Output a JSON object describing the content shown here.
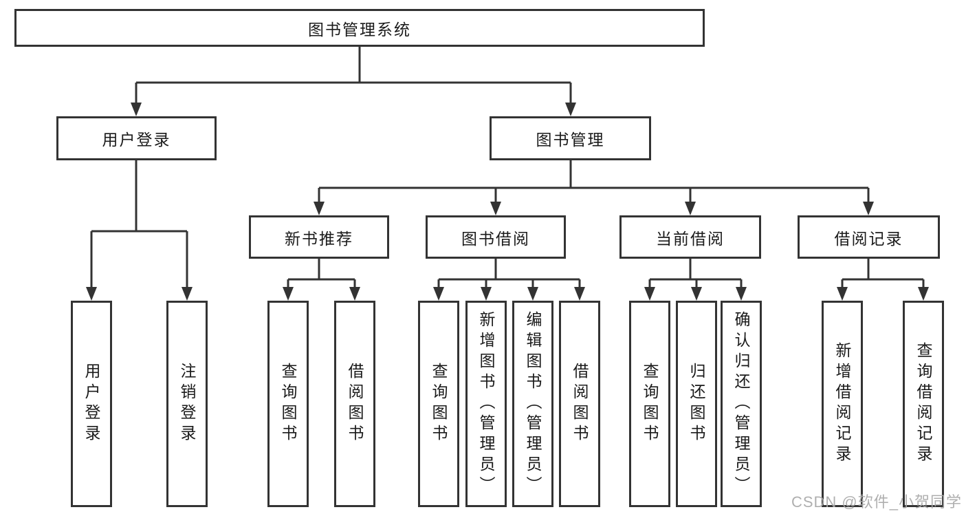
{
  "colors": {
    "line": "#333333",
    "text": "#1a1a1a",
    "watermark": "#a8a8a8",
    "background": "#ffffff"
  },
  "watermark": "CSDN @软件_小贺同学",
  "diagram": {
    "nodes": {
      "root": {
        "label": "图书管理系统"
      },
      "user_login": {
        "label": "用户登录"
      },
      "book_mgmt": {
        "label": "图书管理"
      },
      "new_book_recommend": {
        "label": "新书推荐"
      },
      "book_borrow": {
        "label": "图书借阅"
      },
      "current_borrow": {
        "label": "当前借阅"
      },
      "borrow_record": {
        "label": "借阅记录"
      },
      "leaf_user_login": {
        "label": "用户登录"
      },
      "leaf_logout": {
        "label": "注销登录"
      },
      "leaf_query_book_1": {
        "label": "查询图书"
      },
      "leaf_borrow_book_1": {
        "label": "借阅图书"
      },
      "leaf_query_book_2": {
        "label": "查询图书"
      },
      "leaf_add_book_admin": {
        "label": "新增图书（管理员）"
      },
      "leaf_edit_book_admin": {
        "label": "编辑图书（管理员）"
      },
      "leaf_borrow_book_2": {
        "label": "借阅图书"
      },
      "leaf_query_book_3": {
        "label": "查询图书"
      },
      "leaf_return_book": {
        "label": "归还图书"
      },
      "leaf_confirm_return_admin": {
        "label": "确认归还（管理员）"
      },
      "leaf_add_borrow_record": {
        "label": "新增借阅记录"
      },
      "leaf_query_borrow_record": {
        "label": "查询借阅记录"
      }
    },
    "structure": {
      "图书管理系统": {
        "用户登录": [
          "用户登录",
          "注销登录"
        ],
        "图书管理": {
          "新书推荐": [
            "查询图书",
            "借阅图书"
          ],
          "图书借阅": [
            "查询图书",
            "新增图书（管理员）",
            "编辑图书（管理员）",
            "借阅图书"
          ],
          "当前借阅": [
            "查询图书",
            "归还图书",
            "确认归还（管理员）"
          ],
          "借阅记录": [
            "新增借阅记录",
            "查询借阅记录"
          ]
        }
      }
    }
  }
}
